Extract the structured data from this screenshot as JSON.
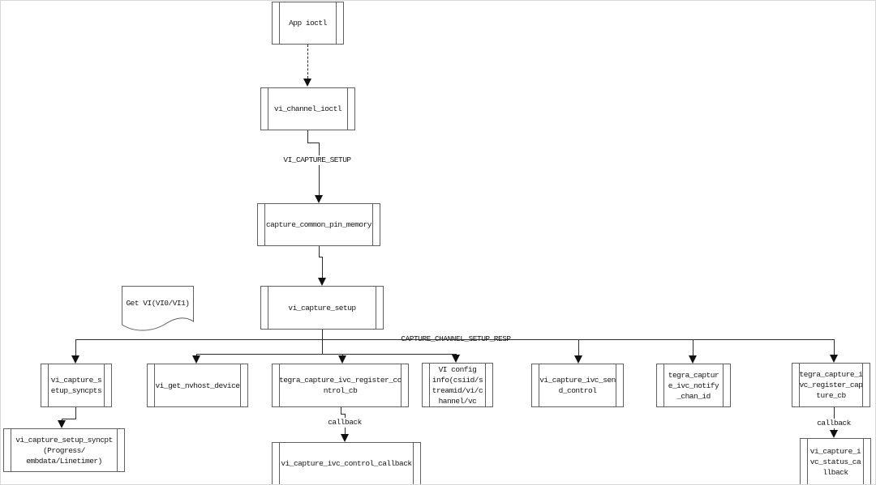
{
  "diagram": {
    "nodes": {
      "app_ioctl": "App ioctl",
      "vi_channel_ioctl": "vi_channel_ioctl",
      "capture_common_pin_memory": "capture_common_pin_memory",
      "vi_capture_setup": "vi_capture_setup",
      "vi_capture_setup_syncpts": "vi_capture_s\netup_syncpts",
      "vi_capture_setup_syncpt": "vi_capture_setup_syncpt\n(Progress/\nembdata/Linetimer)",
      "vi_get_nvhost_device": "vi_get_nvhost_device",
      "tegra_capture_ivc_register_control_cb": "tegra_capture_ivc_register_co\nntrol_cb",
      "vi_config_info": "VI config\ninfo(csiid/s\ntreamid/vi/c\nhannel/vc",
      "vi_capture_ivc_send_control": "vi_capture_ivc_sen\nd_control",
      "tegra_capture_ivc_notify_chan_id": "tegra_captur\ne_ivc_notify\n_chan_id",
      "tegra_capture_ivc_register_capture_cb": "tegra_capture_i\nvc_register_cap\nture_cb",
      "vi_capture_ivc_control_callback": "vi_capture_ivc_control_callback",
      "vi_capture_ivc_status_callback": "vi_capture_i\nvc_status_ca\nllback"
    },
    "note": "Get VI(VI0/VI1)",
    "edge_labels": {
      "vi_capture_setup": "VI_CAPTURE_SETUP",
      "capture_channel_setup_resp": "CAPTURE_CHANNEL_SETUP_RESP",
      "callback_control": "callback",
      "callback_status": "callback"
    }
  },
  "colors": {
    "background": "#ffffff",
    "box_border": "#5f5f5f",
    "connector_line": "#2d2d2d",
    "arrowhead": "#101010",
    "text": "#161616"
  }
}
